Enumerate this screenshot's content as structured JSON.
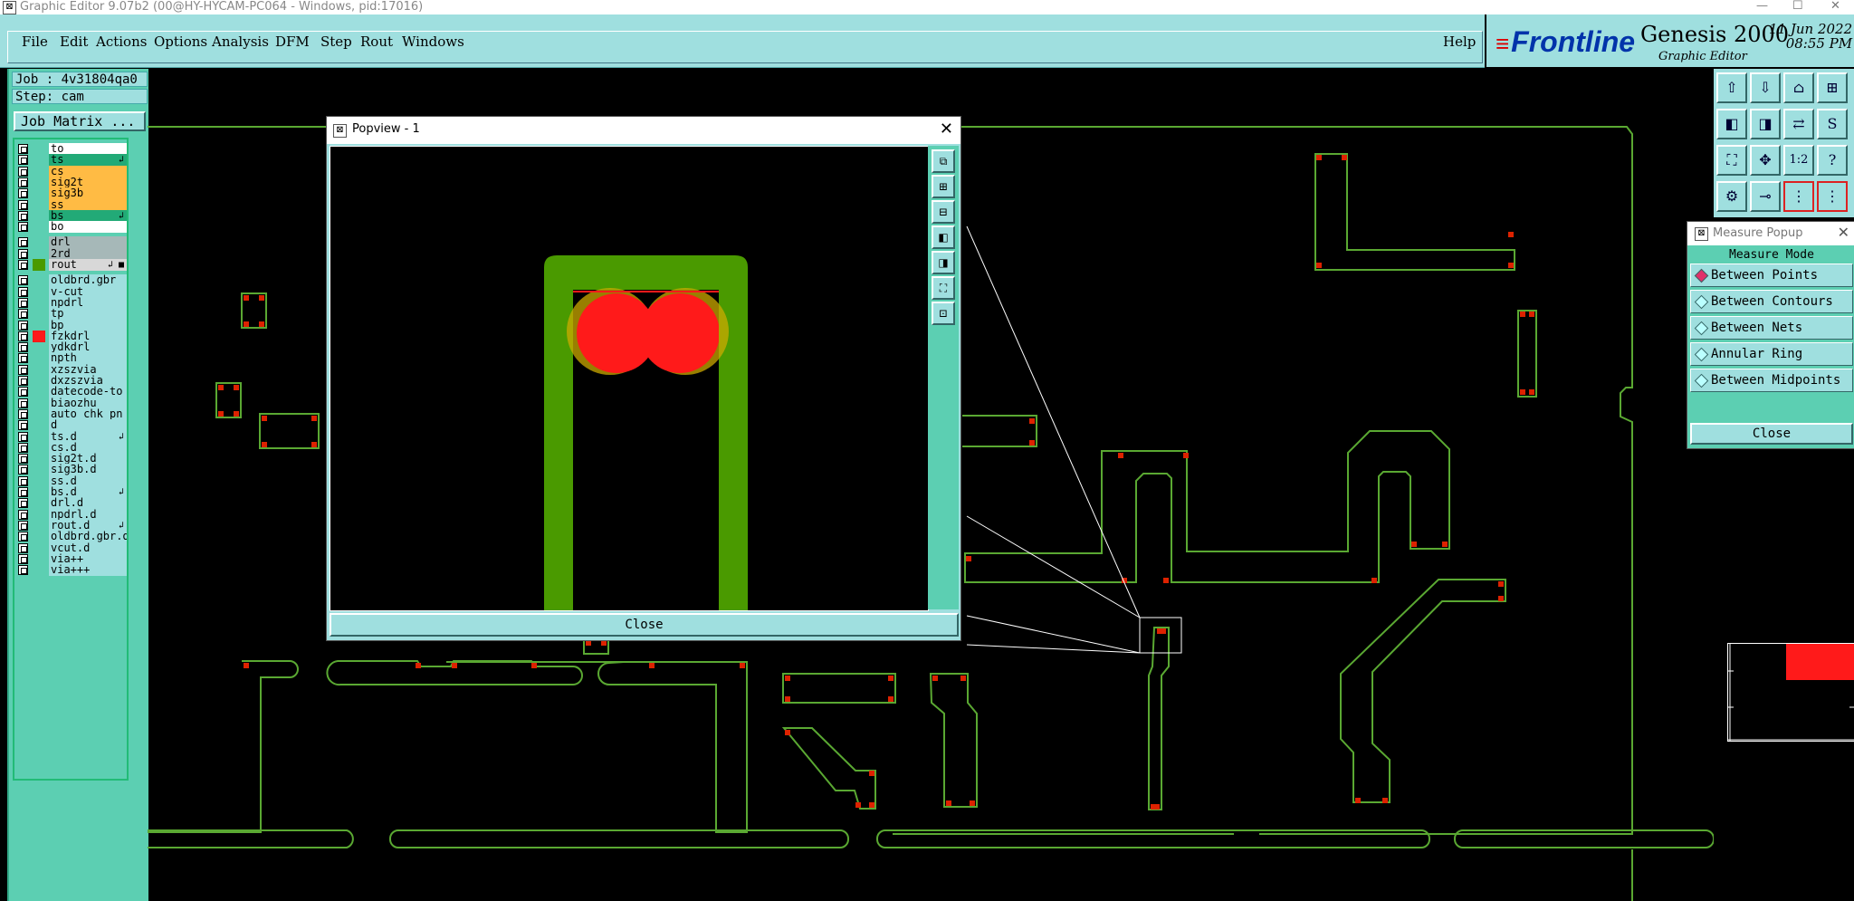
{
  "window": {
    "title": "Graphic Editor 9.07b2 (00@HY-HYCAM-PC064 - Windows, pid:17016)",
    "minimize": "—",
    "maximize": "☐",
    "close": "✕"
  },
  "menu": {
    "items": [
      "File",
      "Edit",
      "Actions",
      "Options",
      "Analysis",
      "DFM",
      "Step",
      "Rout",
      "Windows"
    ],
    "help": "Help"
  },
  "brand": {
    "logo": "Frontline",
    "product": "Genesis 2000",
    "subtitle": "Graphic Editor",
    "date": "11 Jun 2022",
    "time": "08:55 PM"
  },
  "job": {
    "job_label": "Job : 4v31804qa0",
    "step_label": "Step: cam",
    "matrix_button": "Job Matrix ..."
  },
  "layers": [
    {
      "name": "to",
      "color": "#ffffff",
      "mark": ""
    },
    {
      "name": "ts",
      "color": "#22aa77",
      "mark": "↲"
    },
    {
      "name": "cs",
      "color": "#ffbb44",
      "mark": ""
    },
    {
      "name": "sig2t",
      "color": "#ffbb44",
      "mark": ""
    },
    {
      "name": "sig3b",
      "color": "#ffbb44",
      "mark": ""
    },
    {
      "name": "ss",
      "color": "#ffbb44",
      "mark": ""
    },
    {
      "name": "bs",
      "color": "#22aa77",
      "mark": "↲"
    },
    {
      "name": "bo",
      "color": "#ffffff",
      "mark": ""
    },
    {
      "name": "drl",
      "color": "#a6b8b8",
      "mark": ""
    },
    {
      "name": "2rd",
      "color": "#a6b8b8",
      "mark": ""
    },
    {
      "name": "rout",
      "color": "#d8d8d8",
      "mark": "↲ ■"
    },
    {
      "name": "oldbrd.gbr",
      "color": "#9fdfdf",
      "mark": ""
    },
    {
      "name": "v-cut",
      "color": "#9fdfdf",
      "mark": ""
    },
    {
      "name": "npdrl",
      "color": "#9fdfdf",
      "mark": ""
    },
    {
      "name": "tp",
      "color": "#9fdfdf",
      "mark": ""
    },
    {
      "name": "bp",
      "color": "#9fdfdf",
      "mark": ""
    },
    {
      "name": "fzkdrl",
      "color": "#9fdfdf",
      "mark": ""
    },
    {
      "name": "ydkdrl",
      "color": "#9fdfdf",
      "mark": ""
    },
    {
      "name": "npth",
      "color": "#9fdfdf",
      "mark": ""
    },
    {
      "name": "xzszvia",
      "color": "#9fdfdf",
      "mark": ""
    },
    {
      "name": "dxzszvia",
      "color": "#9fdfdf",
      "mark": ""
    },
    {
      "name": "datecode-to",
      "color": "#9fdfdf",
      "mark": ""
    },
    {
      "name": "biaozhu",
      "color": "#9fdfdf",
      "mark": ""
    },
    {
      "name": "auto_chk_pn",
      "color": "#9fdfdf",
      "mark": ""
    },
    {
      "name": "d",
      "color": "#9fdfdf",
      "mark": ""
    },
    {
      "name": "ts.d",
      "color": "#9fdfdf",
      "mark": "↲"
    },
    {
      "name": "cs.d",
      "color": "#9fdfdf",
      "mark": ""
    },
    {
      "name": "sig2t.d",
      "color": "#9fdfdf",
      "mark": ""
    },
    {
      "name": "sig3b.d",
      "color": "#9fdfdf",
      "mark": ""
    },
    {
      "name": "ss.d",
      "color": "#9fdfdf",
      "mark": ""
    },
    {
      "name": "bs.d",
      "color": "#9fdfdf",
      "mark": "↲"
    },
    {
      "name": "drl.d",
      "color": "#9fdfdf",
      "mark": ""
    },
    {
      "name": "npdrl.d",
      "color": "#9fdfdf",
      "mark": ""
    },
    {
      "name": "rout.d",
      "color": "#9fdfdf",
      "mark": "↲"
    },
    {
      "name": "oldbrd.gbr.d",
      "color": "#9fdfdf",
      "mark": ""
    },
    {
      "name": "vcut.d",
      "color": "#9fdfdf",
      "mark": ""
    },
    {
      "name": "via++",
      "color": "#9fdfdf",
      "mark": ""
    },
    {
      "name": "via+++",
      "color": "#9fdfdf",
      "mark": ""
    }
  ],
  "popview": {
    "title": "Popview - 1",
    "close_x": "✕",
    "close_button": "Close"
  },
  "measure": {
    "title": "Measure Popup",
    "close_x": "✕",
    "mode_label": "Measure Mode",
    "options": [
      "Between Points",
      "Between Contours",
      "Between Nets",
      "Annular Ring",
      "Between Midpoints"
    ],
    "selected": "Between Points",
    "close_button": "Close"
  },
  "toolbar": {
    "ratio_label": "1:2",
    "help_label": "?"
  },
  "colors": {
    "panel": "#9fdfdf",
    "panel_dark": "#5ccfb2",
    "outline": "#5aa832",
    "pad": "#dd2200",
    "trace": "#4a9a00"
  }
}
